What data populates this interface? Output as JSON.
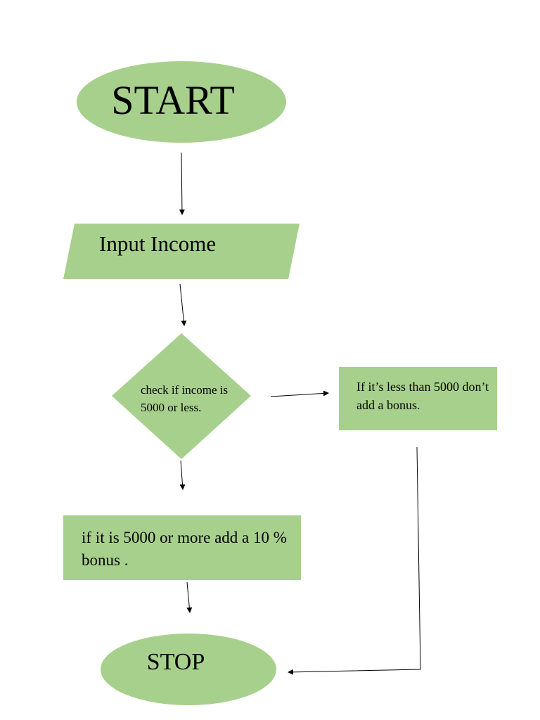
{
  "diagram": {
    "fill_color": "#a8d08d",
    "line_color": "#000000",
    "nodes": {
      "start": {
        "shape": "ellipse",
        "label": "START"
      },
      "input": {
        "shape": "parallelogram",
        "label": "Input Income"
      },
      "decision": {
        "shape": "diamond",
        "label": "check if income is 5000 or less."
      },
      "no_bonus": {
        "shape": "rectangle",
        "label": "If it’s less than 5000 don’t add a bonus."
      },
      "bonus": {
        "shape": "rectangle",
        "label": "if it is 5000 or more add a 10 % bonus ."
      },
      "stop": {
        "shape": "ellipse",
        "label": "STOP"
      }
    },
    "edges": [
      {
        "from": "start",
        "to": "input"
      },
      {
        "from": "input",
        "to": "decision"
      },
      {
        "from": "decision",
        "to": "no_bonus"
      },
      {
        "from": "decision",
        "to": "bonus"
      },
      {
        "from": "bonus",
        "to": "stop"
      },
      {
        "from": "no_bonus",
        "to": "stop"
      }
    ]
  }
}
